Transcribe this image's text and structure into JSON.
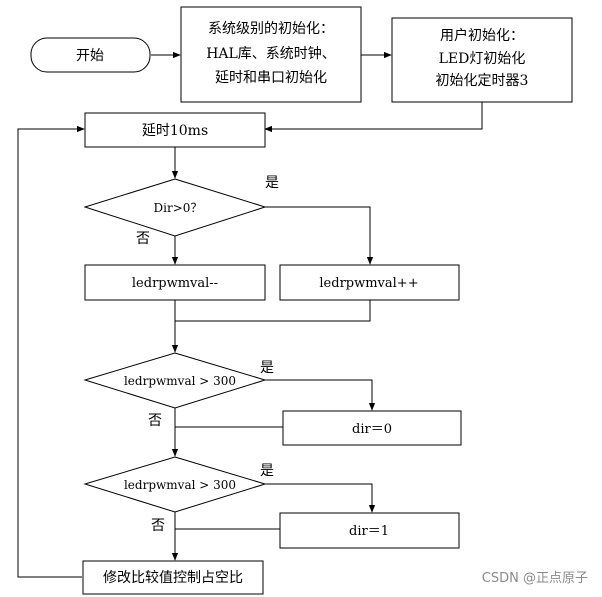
{
  "nodes": {
    "start": "开始",
    "sys_init": [
      "系统级别的初始化：",
      "HAL库、系统时钟、",
      "延时和串口初始化"
    ],
    "user_init": [
      "用户初始化：",
      "LED灯初始化",
      "初始化定时器3"
    ],
    "delay": "延时10ms",
    "cond_dir": "Dir>0？",
    "dec": "ledrpwmval--",
    "inc": "ledrpwmval++",
    "cond_gt1": "ledrpwmval > 300",
    "set_dir0": "dir＝0",
    "cond_gt2": "ledrpwmval > 300",
    "set_dir1": "dir＝1",
    "modify": "修改比较值控制占空比"
  },
  "edge_labels": {
    "yes1": "是",
    "no1": "否",
    "yes2": "是",
    "no2": "否",
    "yes3": "是",
    "no3": "否"
  },
  "watermark": "CSDN @正点原子"
}
